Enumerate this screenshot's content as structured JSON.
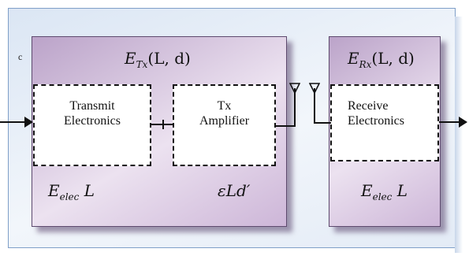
{
  "diagram": {
    "stray_mark": "c",
    "transmitter": {
      "energy_label": {
        "symbol": "E",
        "subscript": "Tx",
        "args": "(L, d)"
      },
      "electronics_energy": {
        "symbol": "E",
        "subscript": "elec",
        "factor": "L"
      },
      "amplifier_energy": "εLd′",
      "transmit_electronics": {
        "line1": "Transmit",
        "line2": "Electronics"
      },
      "tx_amplifier": {
        "line1": "Tx",
        "line2": "Amplifier"
      }
    },
    "receiver": {
      "energy_label": {
        "symbol": "E",
        "subscript": "Rx",
        "args": "(L, d)"
      },
      "electronics_energy": {
        "symbol": "E",
        "subscript": "elec",
        "factor": "L"
      },
      "receive_electronics": {
        "line1": "Receive",
        "line2": "Electronics"
      }
    }
  }
}
